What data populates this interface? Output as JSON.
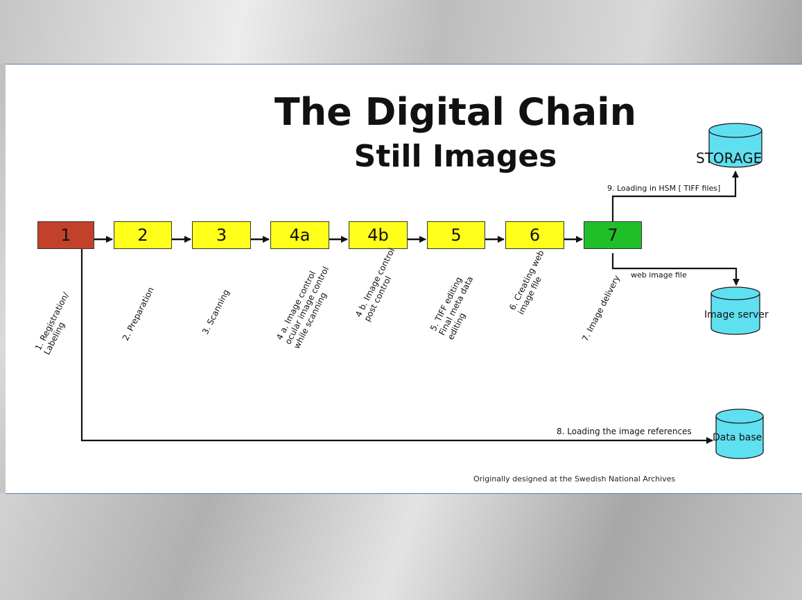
{
  "title_line1": "The Digital Chain",
  "title_line2": "Still Images",
  "steps": [
    {
      "id": "1",
      "label": "1. Registration/\nLabeling",
      "color": "#c2412a"
    },
    {
      "id": "2",
      "label": "2. Preparation",
      "color": "#ffff1a"
    },
    {
      "id": "3",
      "label": "3. Scanning",
      "color": "#ffff1a"
    },
    {
      "id": "4a",
      "label": "4 a. Image control\nocular image control\nwhile scanning",
      "color": "#ffff1a"
    },
    {
      "id": "4b",
      "label": "4 b. Image control\npost control",
      "color": "#ffff1a"
    },
    {
      "id": "5",
      "label": "5. TIFF editing\nFinal meta data\nediting",
      "color": "#ffff1a"
    },
    {
      "id": "6",
      "label": "6. Creating web\nimage file",
      "color": "#ffff1a"
    },
    {
      "id": "7",
      "label": "7. Image delivery",
      "color": "#1fbf2a"
    }
  ],
  "branches": {
    "storage": "STORAGE",
    "storage_arrow": "9. Loading in HSM [ TIFF files]",
    "image_server": "Image server",
    "image_server_arrow": "web image file",
    "database": "Data base",
    "database_arrow": "8.  Loading the image references"
  },
  "credit": "Originally designed at the Swedish National Archives",
  "colors": {
    "cylinder": "#5fe0f0",
    "border": "#5b7fb0"
  }
}
